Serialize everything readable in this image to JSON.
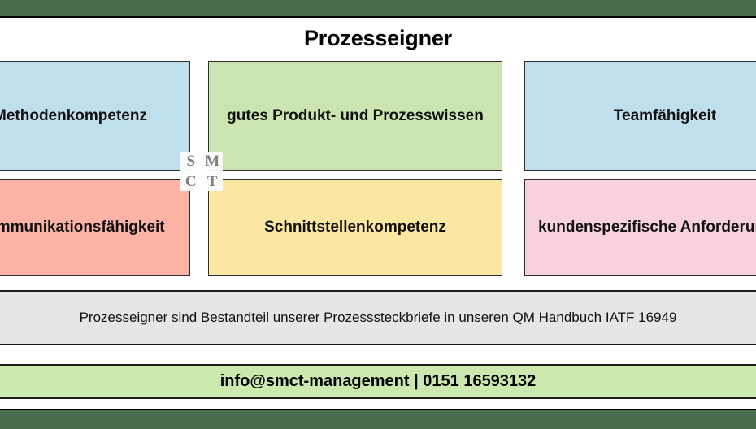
{
  "theme": {
    "brand_dark_green": "#4a6e4c",
    "contact_bar_green": "#cbe9ae",
    "caption_gray": "#e6e6e6",
    "box_blue": "#bfdfef",
    "box_green": "#cbe5b2",
    "box_salmon": "#fcb3a6",
    "box_yellow": "#fbe6a2",
    "box_pink": "#f7d2de"
  },
  "header": {
    "title": "Prozesseigner"
  },
  "boxes": [
    {
      "id": "methodenkompetenz",
      "label": "Methodenkompetenz",
      "color": "#bfdfef",
      "cropped": "left"
    },
    {
      "id": "produkt-prozesswissen",
      "label": "gutes Produkt- und Prozesswissen",
      "color": "#cbe5b2",
      "cropped": "none"
    },
    {
      "id": "teamfaehigkeit",
      "label": "Teamfähigkeit",
      "color": "#bfdfef",
      "cropped": "right"
    },
    {
      "id": "kommunikationsfaehigkeit",
      "label": "Kommunikationsfähigkeit",
      "color": "#fcb3a6",
      "cropped": "left"
    },
    {
      "id": "schnittstellenkompetenz",
      "label": "Schnittstellenkompetenz",
      "color": "#fbe6a2",
      "cropped": "none"
    },
    {
      "id": "kundenspezifische-anforderungen",
      "label": "kundenspezifische Anforderungen",
      "color": "#f7d2de",
      "cropped": "right"
    }
  ],
  "watermark": {
    "name": "smct-logo",
    "letters": [
      "S",
      "M",
      "C",
      "T"
    ]
  },
  "caption": {
    "text": "Prozesseigner sind Bestandteil unserer Prozesssteckbriefe in unseren QM Handbuch IATF 16949"
  },
  "contact": {
    "text": "info@smct-management | 0151 16593132",
    "email": "info@smct-management",
    "phone": "0151 16593132"
  }
}
